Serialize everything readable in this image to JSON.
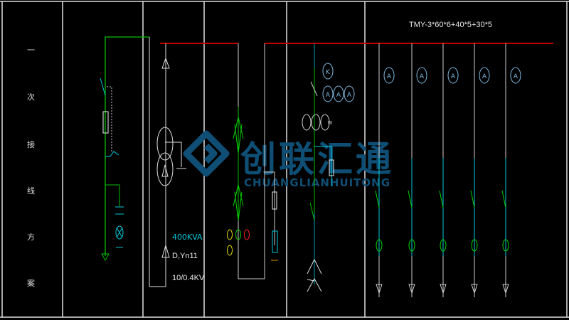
{
  "title_column": {
    "chars": [
      "一",
      "次",
      "接",
      "线",
      "方",
      "案"
    ]
  },
  "busbar_label": "TMY-3*60*6+40*5+30*5",
  "transformer": {
    "capacity": "400KVA",
    "connection": "D,Yn11",
    "voltage": "10/0.4KV"
  },
  "meters": {
    "kwh": "K",
    "ammeter": "A",
    "wattmeter": "W"
  },
  "watermark": {
    "cn": "创联汇通",
    "en": "CHUANGLIANHUITONG"
  },
  "colors": {
    "background": "#000000",
    "busbar": "#c00000",
    "line": "#d0d0d0",
    "green": "#00d000",
    "cyan": "#00c8d8",
    "meter": "#7fb8e0",
    "watermark": "#0f4f75",
    "yellow": "#e8e000",
    "red": "#ff2020",
    "orange": "#d08a00"
  }
}
